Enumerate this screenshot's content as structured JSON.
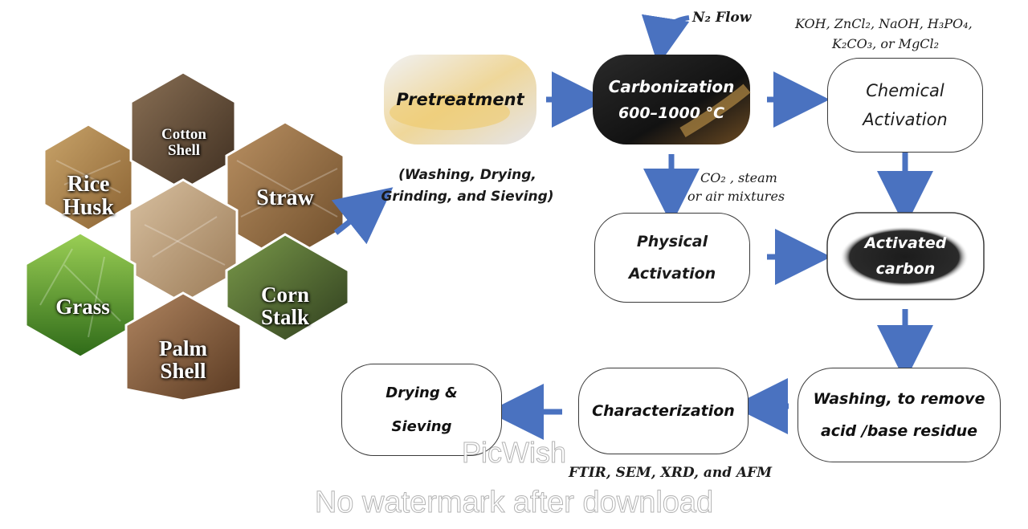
{
  "biomass": {
    "rice_husk": "Rice\nHusk",
    "cotton_shell": "Cotton\nShell",
    "straw": "Straw",
    "grass": "Grass",
    "corn_stalk": "Corn\nStalk",
    "palm_shell": "Palm\nShell"
  },
  "steps": {
    "pretreatment": "Pretreatment",
    "pretreatment_note": "(Washing, Drying,\nGrinding, and Sieving)",
    "carbonization": "Carbonization",
    "carbonization_temp": "600–1000 °C",
    "n2_flow": "N₂ Flow",
    "chem_agents_line1": "KOH, ZnCl₂, NaOH, H₃PO₄,",
    "chem_agents_line2": "K₂CO₃, or MgCl₂",
    "chemical_activation": "Chemical\nActivation",
    "phys_agents_line1": "CO₂ , steam",
    "phys_agents_line2": "or air mixtures",
    "physical_activation": "Physical\nActivation",
    "activated_carbon": "Activated\ncarbon",
    "washing": "Washing, to remove\nacid /base residue",
    "characterization": "Characterization",
    "char_methods": "FTIR, SEM, XRD, and AFM",
    "drying_sieving": "Drying &\nSieving"
  },
  "watermark": {
    "brand": "PicWish",
    "note": "No watermark after download"
  },
  "colors": {
    "arrow": "#4a72c0",
    "border": "#3a3a3a"
  }
}
